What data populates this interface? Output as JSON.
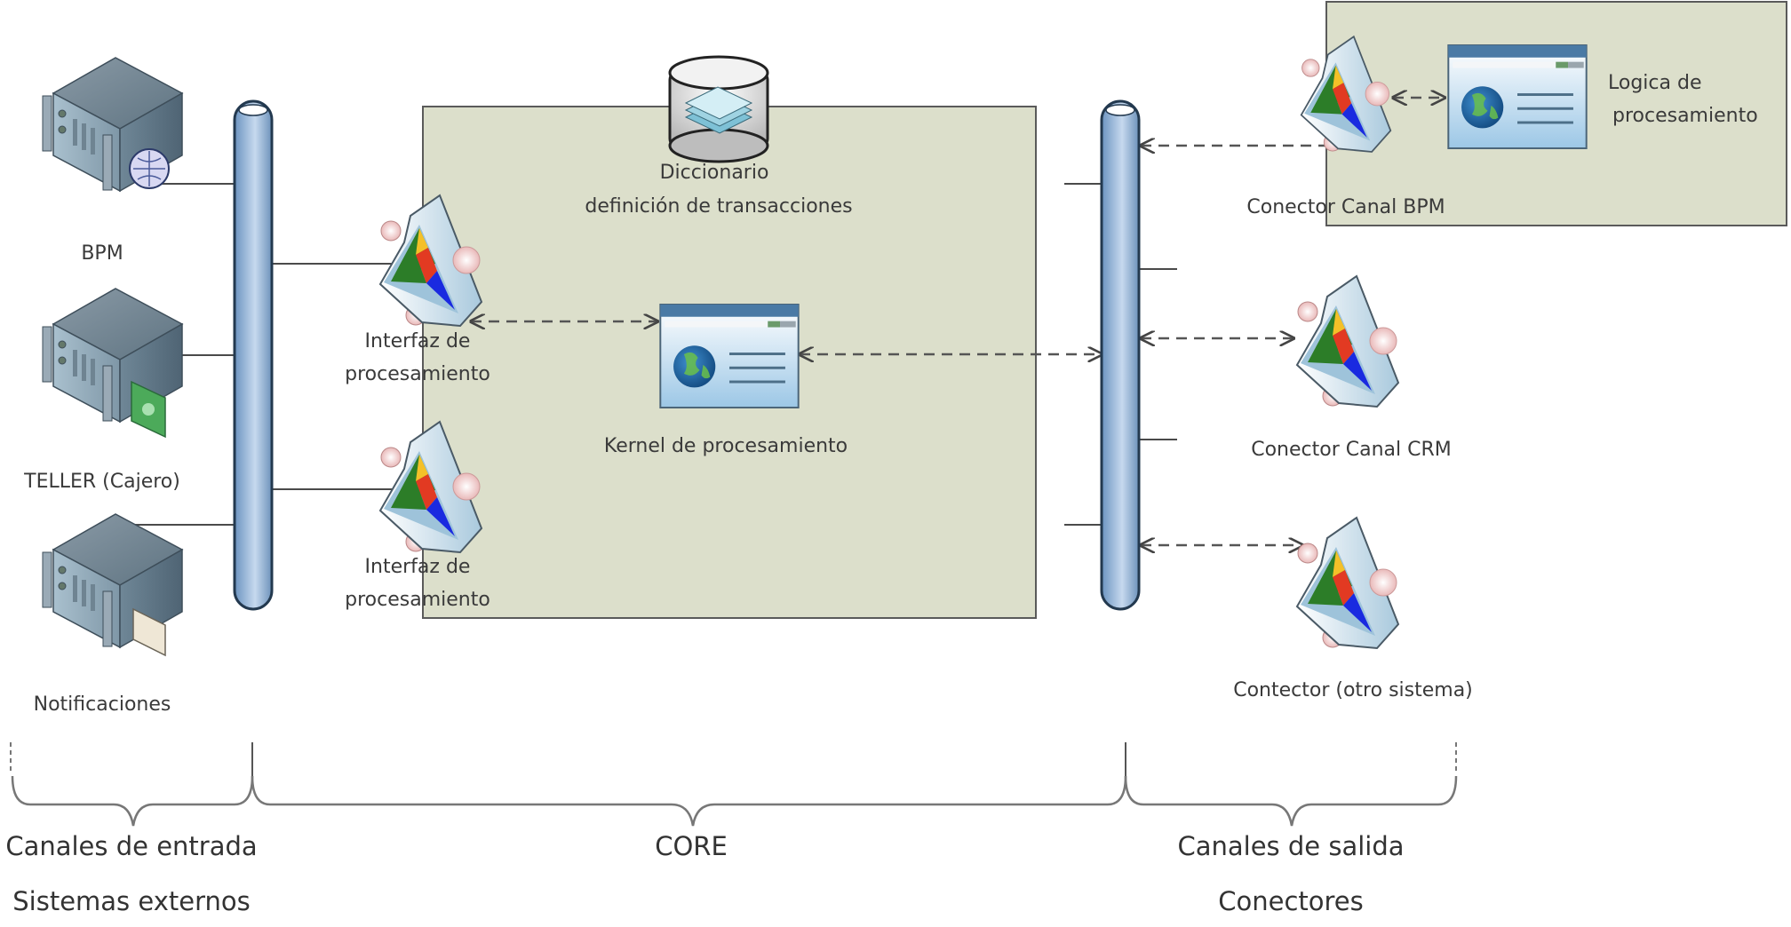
{
  "diagram": {
    "colors": {
      "core_region_fill": "#dcdfcb",
      "region_border": "#5a5a5a",
      "bus_fill": "#8fb3d9",
      "bus_border": "#23394f",
      "background": "#ffffff"
    },
    "input_systems": [
      {
        "label": "BPM",
        "icon": "server-globe-icon"
      },
      {
        "label": "TELLER (Cajero)",
        "icon": "server-money-icon"
      },
      {
        "label": "Notificaciones",
        "icon": "server-mail-icon"
      }
    ],
    "input_bus": {
      "icon": "bus-pipe-icon"
    },
    "output_bus": {
      "icon": "bus-pipe-icon"
    },
    "core": {
      "dictionary": {
        "line1": "Diccionario",
        "line2": "definición de transacciones",
        "icon": "database-documents-icon"
      },
      "interfaces": [
        {
          "line1": "Interfaz de",
          "line2": "procesamiento",
          "icon": "connector-adapter-icon"
        },
        {
          "line1": "Interfaz de",
          "line2": "procesamiento",
          "icon": "connector-adapter-icon"
        }
      ],
      "kernel": {
        "label": "Kernel de procesamiento",
        "icon": "web-application-window-icon"
      }
    },
    "output_connectors": [
      {
        "label": "Conector  Canal BPM",
        "icon": "connector-adapter-icon"
      },
      {
        "label": "Conector Canal CRM",
        "icon": "connector-adapter-icon"
      },
      {
        "label": "Contector (otro sistema)",
        "icon": "connector-adapter-icon"
      }
    ],
    "bpm_logic": {
      "line1": "Logica de",
      "line2": "procesamiento",
      "icon": "web-application-window-icon"
    },
    "sections": [
      {
        "title": "Canales de entrada",
        "subtitle": "Sistemas externos"
      },
      {
        "title": "CORE",
        "subtitle": ""
      },
      {
        "title": "Canales de salida",
        "subtitle": "Conectores"
      }
    ]
  }
}
